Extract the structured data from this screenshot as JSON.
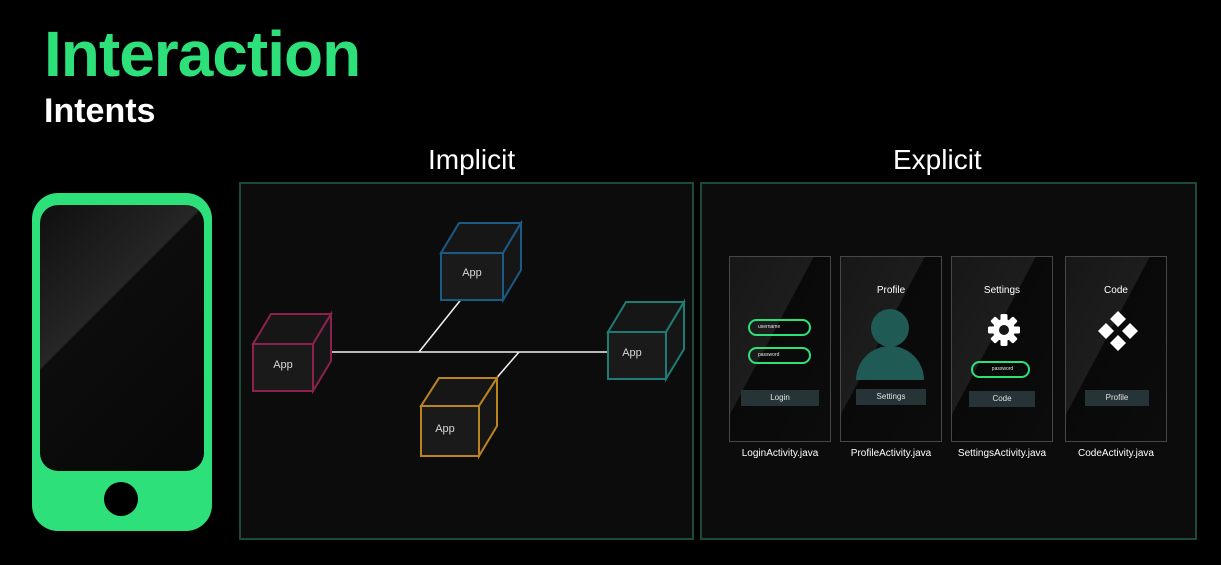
{
  "header": {
    "title": "Interaction",
    "subtitle": "Intents"
  },
  "implicit": {
    "label": "Implicit",
    "apps": [
      {
        "name": "app-cube-blue",
        "label": "App",
        "color": "#1c5a86"
      },
      {
        "name": "app-cube-red",
        "label": "App",
        "color": "#8c2150"
      },
      {
        "name": "app-cube-teal",
        "label": "App",
        "color": "#1f7b76"
      },
      {
        "name": "app-cube-orange",
        "label": "App",
        "color": "#bc8321"
      }
    ]
  },
  "explicit": {
    "label": "Explicit",
    "screens": [
      {
        "title": "",
        "fields": [
          "username",
          "password"
        ],
        "button": "Login",
        "caption": "LoginActivity.java"
      },
      {
        "title": "Profile",
        "button": "Settings",
        "caption": "ProfileActivity.java"
      },
      {
        "title": "Settings",
        "fields": [
          "password"
        ],
        "button": "Code",
        "caption": "SettingsActivity.java"
      },
      {
        "title": "Code",
        "button": "Profile",
        "caption": "CodeActivity.java"
      }
    ]
  },
  "colors": {
    "accent": "#2ee07a",
    "panel_border": "#1d4a38"
  }
}
